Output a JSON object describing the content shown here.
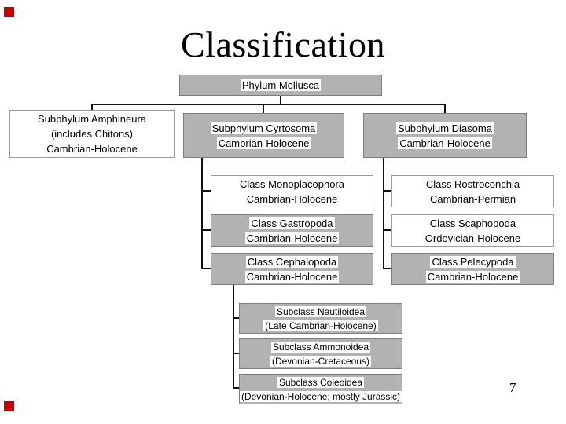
{
  "slide": {
    "title": "Classification",
    "page_number": "7"
  },
  "diagram": {
    "nodes": {
      "phylum": {
        "lines": [
          "Phylum Mollusca"
        ],
        "fill": "gray"
      },
      "amphineura": {
        "lines": [
          "Subphylum Amphineura",
          "(includes Chitons)",
          "Cambrian-Holocene"
        ],
        "fill": "white"
      },
      "cyrtosoma": {
        "lines": [
          "Subphylum Cyrtosoma",
          "Cambrian-Holocene"
        ],
        "fill": "gray"
      },
      "diasoma": {
        "lines": [
          "Subphylum Diasoma",
          "Cambrian-Holocene"
        ],
        "fill": "gray"
      },
      "monoplacophora": {
        "lines": [
          "Class Monoplacophora",
          "Cambrian-Holocene"
        ],
        "fill": "white"
      },
      "gastropoda": {
        "lines": [
          "Class Gastropoda",
          "Cambrian-Holocene"
        ],
        "fill": "gray"
      },
      "cephalopoda": {
        "lines": [
          "Class Cephalopoda",
          "Cambrian-Holocene"
        ],
        "fill": "gray"
      },
      "rostroconchia": {
        "lines": [
          "Class Rostroconchia",
          "Cambrian-Permian"
        ],
        "fill": "white"
      },
      "scaphopoda": {
        "lines": [
          "Class Scaphopoda",
          "Ordovician-Holocene"
        ],
        "fill": "white"
      },
      "pelecypoda": {
        "lines": [
          "Class Pelecypoda",
          "Cambrian-Holocene"
        ],
        "fill": "gray"
      },
      "nautiloidea": {
        "lines": [
          "Subclass Nautiloidea",
          "(Late Cambrian-Holocene)"
        ],
        "fill": "gray"
      },
      "ammonoidea": {
        "lines": [
          "Subclass Ammonoidea",
          "(Devonian-Cretaceous)"
        ],
        "fill": "gray"
      },
      "coleoidea": {
        "lines": [
          "Subclass Coleoidea",
          "(Devonian-Holocene; mostly Jurassic)"
        ],
        "fill": "gray"
      }
    },
    "hierarchy": {
      "Phylum Mollusca": [
        "Subphylum Amphineura",
        "Subphylum Cyrtosoma",
        "Subphylum Diasoma"
      ],
      "Subphylum Cyrtosoma": [
        "Class Monoplacophora",
        "Class Gastropoda",
        "Class Cephalopoda"
      ],
      "Subphylum Diasoma": [
        "Class Rostroconchia",
        "Class Scaphopoda",
        "Class Pelecypoda"
      ],
      "Class Cephalopoda": [
        "Subclass Nautiloidea",
        "Subclass Ammonoidea",
        "Subclass Coleoidea"
      ]
    }
  },
  "colors": {
    "node_gray_fill": "#b2b2b2",
    "gray_node_border": "#7d7d7d",
    "white_node_border": "#9a9a9a",
    "connector": "#111111",
    "corner_marker_red": "#cc0000",
    "text": "#000000",
    "background": "#ffffff"
  }
}
